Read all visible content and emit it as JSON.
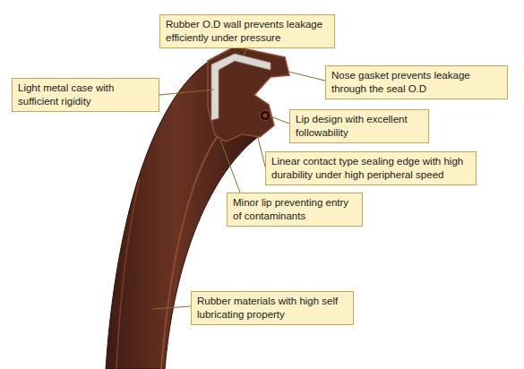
{
  "diagram": {
    "nodes": [
      {
        "text": [
          "Rubber O.D wall prevents leakage efficiently under pressure"
        ]
      },
      {
        "text": [
          "Nose gasket prevents leakage through the seal O.D"
        ]
      },
      {
        "text": [
          "Light metal case with sufficient rigidity"
        ]
      },
      {
        "text": [
          "Lip design with excellent followability"
        ]
      },
      {
        "text": [
          "Linear contact type sealing edge with high durability under high peripheral speed"
        ]
      },
      {
        "text": [
          "Minor lip preventing entry of contaminants"
        ]
      },
      {
        "text": [
          "Rubber materials with high self lubricating property"
        ]
      }
    ]
  }
}
